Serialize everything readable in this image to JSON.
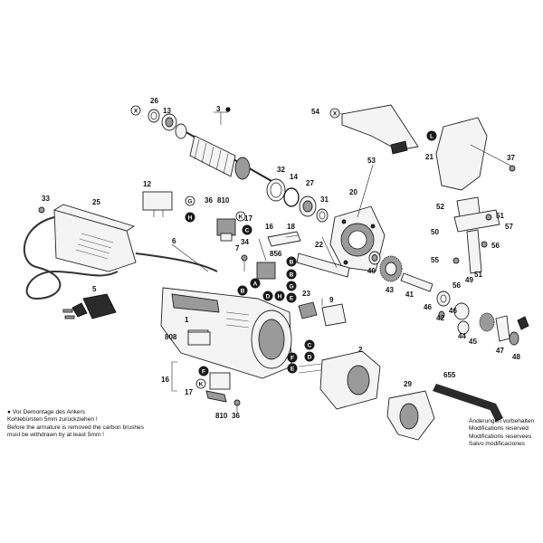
{
  "part_numbers": [
    {
      "id": "p26",
      "text": "26"
    },
    {
      "id": "p13",
      "text": "13"
    },
    {
      "id": "p3",
      "text": "3"
    },
    {
      "id": "p54",
      "text": "54"
    },
    {
      "id": "p53",
      "text": "53"
    },
    {
      "id": "p21",
      "text": "21"
    },
    {
      "id": "p37",
      "text": "37"
    },
    {
      "id": "p33",
      "text": "33"
    },
    {
      "id": "p25",
      "text": "25"
    },
    {
      "id": "p12",
      "text": "12"
    },
    {
      "id": "p36a",
      "text": "36"
    },
    {
      "id": "p810a",
      "text": "810"
    },
    {
      "id": "p17a",
      "text": "17"
    },
    {
      "id": "p16a",
      "text": "16"
    },
    {
      "id": "p32",
      "text": "32"
    },
    {
      "id": "p14",
      "text": "14"
    },
    {
      "id": "p27",
      "text": "27"
    },
    {
      "id": "p31",
      "text": "31"
    },
    {
      "id": "p20",
      "text": "20"
    },
    {
      "id": "p52",
      "text": "52"
    },
    {
      "id": "p51a",
      "text": "51"
    },
    {
      "id": "p57",
      "text": "57"
    },
    {
      "id": "p50",
      "text": "50"
    },
    {
      "id": "p56",
      "text": "56"
    },
    {
      "id": "p6",
      "text": "6"
    },
    {
      "id": "p7",
      "text": "7"
    },
    {
      "id": "p34",
      "text": "34"
    },
    {
      "id": "p18",
      "text": "18"
    },
    {
      "id": "p22",
      "text": "22"
    },
    {
      "id": "p856",
      "text": "856"
    },
    {
      "id": "p40",
      "text": "40"
    },
    {
      "id": "p55",
      "text": "55"
    },
    {
      "id": "p49",
      "text": "49"
    },
    {
      "id": "p51b",
      "text": "51"
    },
    {
      "id": "p43",
      "text": "43"
    },
    {
      "id": "p41",
      "text": "41"
    },
    {
      "id": "p56b",
      "text": "56"
    },
    {
      "id": "p5",
      "text": "5"
    },
    {
      "id": "p1",
      "text": "1"
    },
    {
      "id": "p23",
      "text": "23"
    },
    {
      "id": "p9",
      "text": "9"
    },
    {
      "id": "p46a",
      "text": "46"
    },
    {
      "id": "p42",
      "text": "42"
    },
    {
      "id": "p46b",
      "text": "46"
    },
    {
      "id": "p44",
      "text": "44"
    },
    {
      "id": "p45",
      "text": "45"
    },
    {
      "id": "p47",
      "text": "47"
    },
    {
      "id": "p48",
      "text": "48"
    },
    {
      "id": "p808",
      "text": "808"
    },
    {
      "id": "p2",
      "text": "2"
    },
    {
      "id": "p16b",
      "text": "16"
    },
    {
      "id": "p17b",
      "text": "17"
    },
    {
      "id": "p810b",
      "text": "810"
    },
    {
      "id": "p36b",
      "text": "36"
    },
    {
      "id": "p29",
      "text": "29"
    },
    {
      "id": "p655",
      "text": "655"
    }
  ],
  "badges": [
    {
      "id": "bx1",
      "text": "X",
      "style": "outline"
    },
    {
      "id": "bx2",
      "text": "X",
      "style": "outline"
    },
    {
      "id": "bl",
      "text": "L",
      "style": "filled"
    },
    {
      "id": "bg",
      "text": "G",
      "style": "outline"
    },
    {
      "id": "bh",
      "text": "H",
      "style": "filled"
    },
    {
      "id": "bc1",
      "text": "C",
      "style": "filled"
    },
    {
      "id": "bk",
      "text": "K",
      "style": "outline"
    },
    {
      "id": "bb1",
      "text": "B",
      "style": "filled"
    },
    {
      "id": "bb2",
      "text": "B",
      "style": "filled"
    },
    {
      "id": "ba1",
      "text": "A",
      "style": "filled"
    },
    {
      "id": "bb3",
      "text": "B",
      "style": "filled"
    },
    {
      "id": "bg2",
      "text": "G",
      "style": "filled"
    },
    {
      "id": "bd1",
      "text": "D",
      "style": "filled"
    },
    {
      "id": "bh2",
      "text": "H",
      "style": "filled"
    },
    {
      "id": "be1",
      "text": "E",
      "style": "filled"
    },
    {
      "id": "bc2",
      "text": "C",
      "style": "filled"
    },
    {
      "id": "bd2",
      "text": "D",
      "style": "filled"
    },
    {
      "id": "be2",
      "text": "E",
      "style": "filled"
    },
    {
      "id": "bf1",
      "text": "F",
      "style": "filled"
    },
    {
      "id": "bf2",
      "text": "F",
      "style": "filled"
    },
    {
      "id": "bk2",
      "text": "K",
      "style": "outline"
    }
  ],
  "notes_left": [
    "● Vor Demontage des Ankers",
    "Kohlebürsten 5mm zurückziehen !",
    "Before the armature is removed the carbon brushes",
    "must be withdrawn by at least 5mm !"
  ],
  "notes_right": [
    "Änderungen vorbehalten",
    "Modifications reserved",
    "Modifications reservees",
    "Salvo modificaciones"
  ],
  "colors": {
    "ink": "#111111",
    "badge_fill": "#1a1a1a",
    "paper": "#ffffff"
  }
}
